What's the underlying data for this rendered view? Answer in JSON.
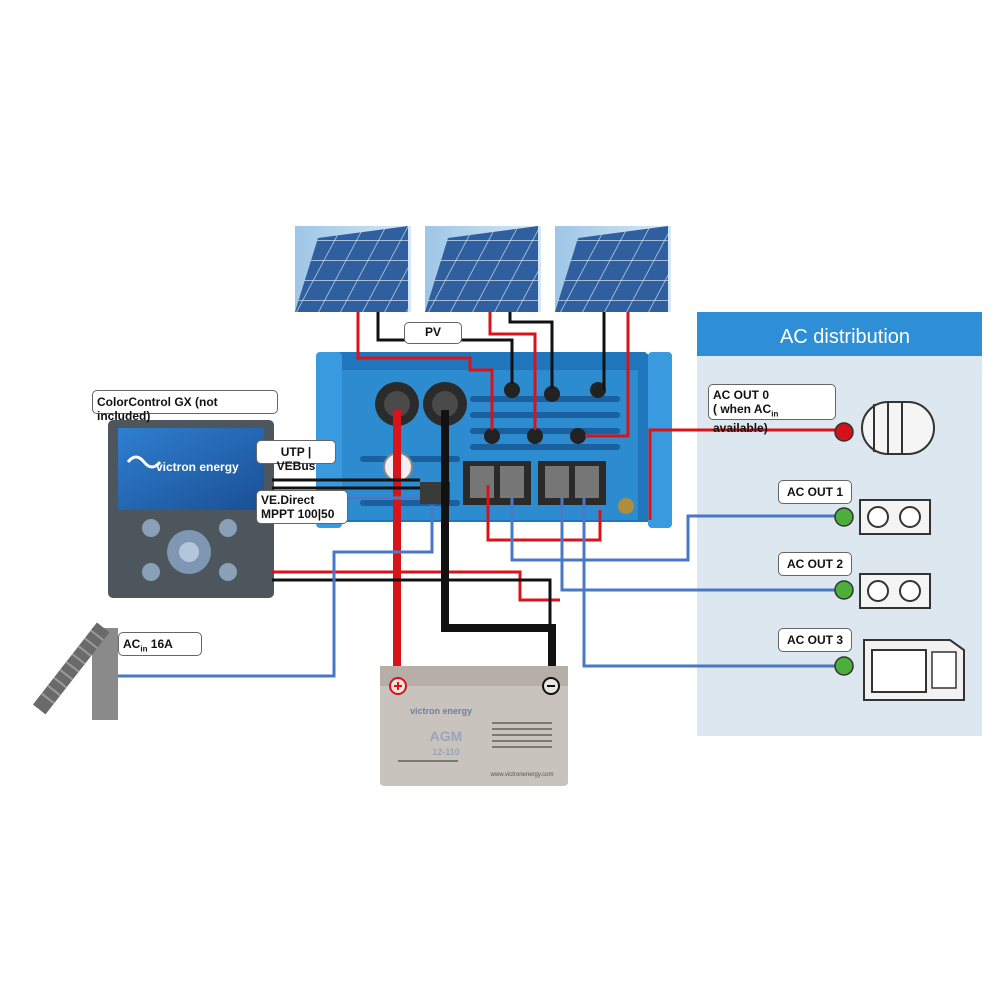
{
  "labels": {
    "pv": "PV",
    "colorcontrol": "ColorControl GX (not included)",
    "utp_vebus": "UTP | VEBus",
    "vedirect_line1": "VE.Direct",
    "vedirect_line2": "MPPT 100|50",
    "acin_prefix": "AC",
    "acin_sub": "in",
    "acin_suffix": " 16A",
    "ac_out0_line1": "AC  OUT 0",
    "ac_out0_prefix": "( when AC",
    "ac_out0_sub": "in",
    "ac_out0_suffix": " available)",
    "ac_out1": "AC OUT 1",
    "ac_out2": "AC OUT 2",
    "ac_out3": "AC OUT 3"
  },
  "ac_distribution_title": "AC distribution",
  "brand": {
    "screen_logo": "victron energy",
    "battery_logo": "victron energy",
    "battery_model_line1": "AGM",
    "battery_model_line2": "12-110",
    "battery_url": "www.victronenergy.com"
  },
  "colors": {
    "wire_red": "#d8141a",
    "wire_black": "#111111",
    "wire_blue": "#4a78c8",
    "device_blue": "#2d8bd0",
    "ac_panel_header": "#2f8fd6",
    "ac_panel_body": "#dce7ef",
    "led_red": "#d0141a",
    "led_green": "#4caf3c"
  },
  "icons": [
    "solar-panel-icon",
    "grid-plug-icon",
    "lightbulb-icon",
    "socket-icon",
    "microwave-icon",
    "battery-icon"
  ]
}
